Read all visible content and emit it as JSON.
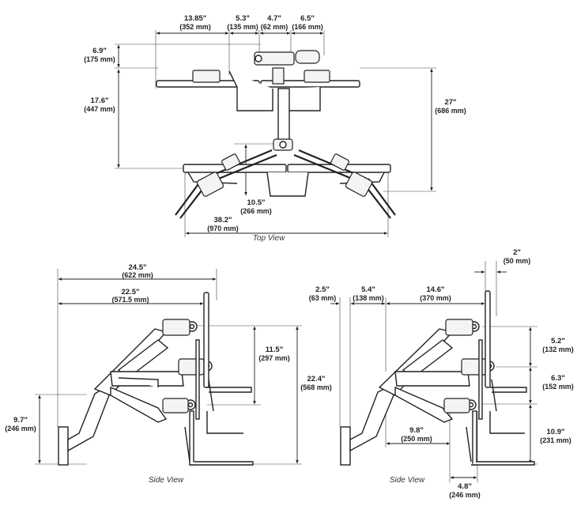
{
  "top_view": {
    "caption": "Top View",
    "dims": {
      "d1_main": "13.85\"",
      "d1_sub": "(352 mm)",
      "d2_main": "5.3\"",
      "d2_sub": "(135 mm)",
      "d3_main": "4.7\"",
      "d3_sub": "(62 mm)",
      "d4_main": "6.5\"",
      "d4_sub": "(166 mm)",
      "d5_main": "6.9\"",
      "d5_sub": "(175 mm)",
      "d6_main": "17.6\"",
      "d6_sub": "(447 mm)",
      "d7_main": "27\"",
      "d7_sub": "(686 mm)",
      "d8_main": "10.5\"",
      "d8_sub": "(266 mm)",
      "d9_main": "38.2\"",
      "d9_sub": "(970 mm)"
    }
  },
  "side_view_left": {
    "caption": "Side View",
    "dims": {
      "d1_main": "24.5\"",
      "d1_sub": "(622 mm)",
      "d2_main": "22.5\"",
      "d2_sub": "(571.5 mm)",
      "d3_main": "11.5\"",
      "d3_sub": "(297 mm)",
      "d4_main": "22.4\"",
      "d4_sub": "(568 mm)",
      "d5_main": "9.7\"",
      "d5_sub": "(246 mm)"
    }
  },
  "side_view_right": {
    "caption": "Side View",
    "dims": {
      "d1_main": "2\"",
      "d1_sub": "(50 mm)",
      "d2_main": "2.5\"",
      "d2_sub": "(63 mm)",
      "d3_main": "5.4\"",
      "d3_sub": "(138 mm)",
      "d4_main": "14.6\"",
      "d4_sub": "(370 mm)",
      "d5_main": "5.2\"",
      "d5_sub": "(132 mm)",
      "d6_main": "6.3\"",
      "d6_sub": "(152 mm)",
      "d7_main": "9.8\"",
      "d7_sub": "(250 mm)",
      "d8_main": "10.9\"",
      "d8_sub": "(231 mm)",
      "d9_main": "4.8\"",
      "d9_sub": "(246 mm)"
    }
  }
}
